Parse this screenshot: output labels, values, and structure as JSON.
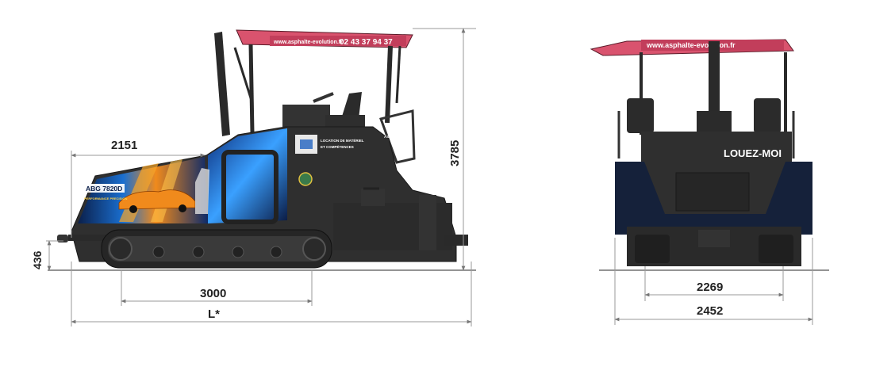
{
  "side_view": {
    "dim_rear_overhang": "2151",
    "dim_height": "3785",
    "dim_track_height": "436",
    "dim_track_length": "3000",
    "dim_total_length": "L*",
    "canopy_url": "www.asphalte-evolution.fr",
    "canopy_phone": "02 43 37 94 37",
    "wrap_model": "ABG 7820D",
    "wrap_tagline": "PERFORMANCE PRECISION",
    "wrap_service_line1": "LOCATION DE MATÉRIEL",
    "wrap_service_line2": "ET COMPÉTENCES",
    "wrap_logo_text": "ASPHALTE"
  },
  "rear_view": {
    "canopy_url": "www.asphalte-evolution.fr",
    "rear_label": "LOUEZ-MOI",
    "dim_track_width": "2269",
    "dim_total_width": "2452"
  },
  "colors": {
    "canopy": "#d9536e",
    "body": "#2f2f2f",
    "body_dark": "#1f1f1f",
    "hopper_blue": "#15213a",
    "wrap_orange": "#f08a1c",
    "wrap_blue": "#1a6fd0",
    "dimension_line": "#9a9a9a"
  }
}
